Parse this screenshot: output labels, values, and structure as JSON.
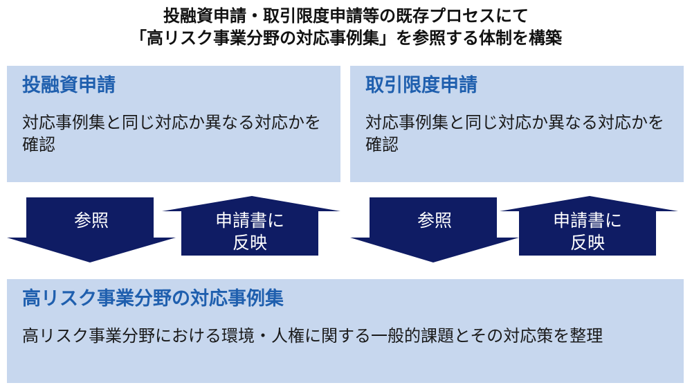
{
  "header": {
    "title_line1": "投融資申請・取引限度申請等の既存プロセスにて",
    "title_line2": "「高リスク事業分野の対応事例集」を参照する体制を構築"
  },
  "left_panel": {
    "title": "投融資申請",
    "text": "対応事例集と同じ対応か異なる対応かを確認"
  },
  "right_panel": {
    "title": "取引限度申請",
    "text": "対応事例集と同じ対応か異なる対応かを確認"
  },
  "arrows": {
    "left_down_label": "参照",
    "left_up_label_line1": "申請書に",
    "left_up_label_line2": "反映",
    "right_down_label": "参照",
    "right_up_label_line1": "申請書に",
    "right_up_label_line2": "反映"
  },
  "bottom_panel": {
    "title": "高リスク事業分野の対応事例集",
    "text": "高リスク事業分野における環境・人権に関する一般的課題とその対応策を整理"
  },
  "colors": {
    "panel_fill": "#c7d7ee",
    "panel_title": "#1f5fae",
    "arrow_fill": "#0f1c64"
  }
}
